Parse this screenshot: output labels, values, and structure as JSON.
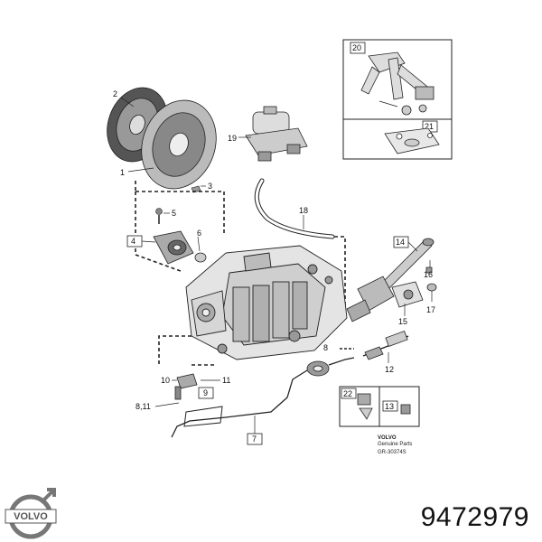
{
  "diagram": {
    "callouts": {
      "c1": "1",
      "c2": "2",
      "c3": "3",
      "c4": "4",
      "c6": "6",
      "c7": "7",
      "c8": "8",
      "c8_11": "8,11",
      "c9": "9",
      "c10": "10",
      "c11": "11",
      "c12": "12",
      "c13": "13",
      "c14": "14",
      "c15": "15",
      "c16": "16",
      "c17": "17",
      "c18": "18",
      "c19": "19",
      "c20": "20",
      "c21": "21",
      "c22": "22"
    },
    "caption_brand": "VOLVO",
    "caption_line2": "Genuine Parts",
    "caption_code": "GR-30374S"
  },
  "footer": {
    "logo_text": "VOLVO",
    "part_number": "9472979"
  }
}
